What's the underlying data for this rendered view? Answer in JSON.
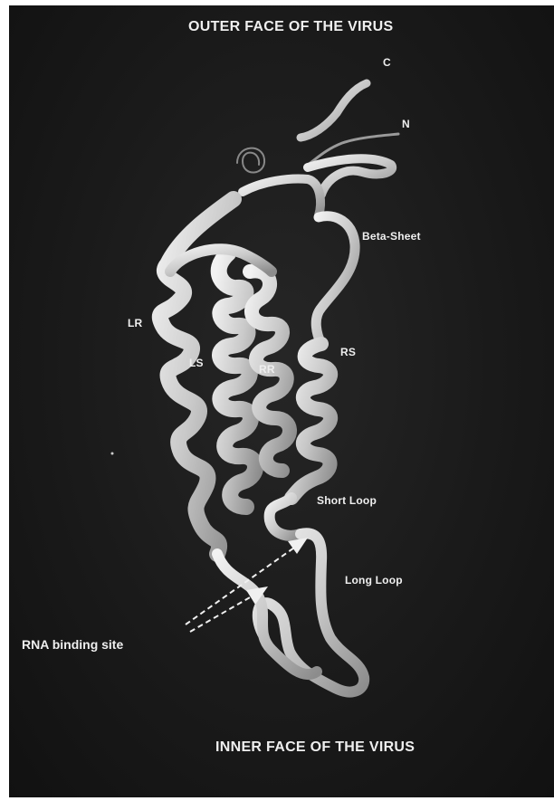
{
  "labels": {
    "outer_face": "OUTER FACE OF THE VIRUS",
    "inner_face": "INNER FACE OF THE VIRUS",
    "c_terminus": "C",
    "n_terminus": "N",
    "beta_sheet": "Beta-Sheet",
    "lr": "LR",
    "ls": "LS",
    "rr": "RR",
    "rs": "RS",
    "short_loop": "Short Loop",
    "long_loop": "Long Loop",
    "rna_binding_site": "RNA binding site"
  },
  "colors": {
    "background": "#1a1a1a",
    "ribbon": "#d9d9d9",
    "label": "#efefef"
  }
}
